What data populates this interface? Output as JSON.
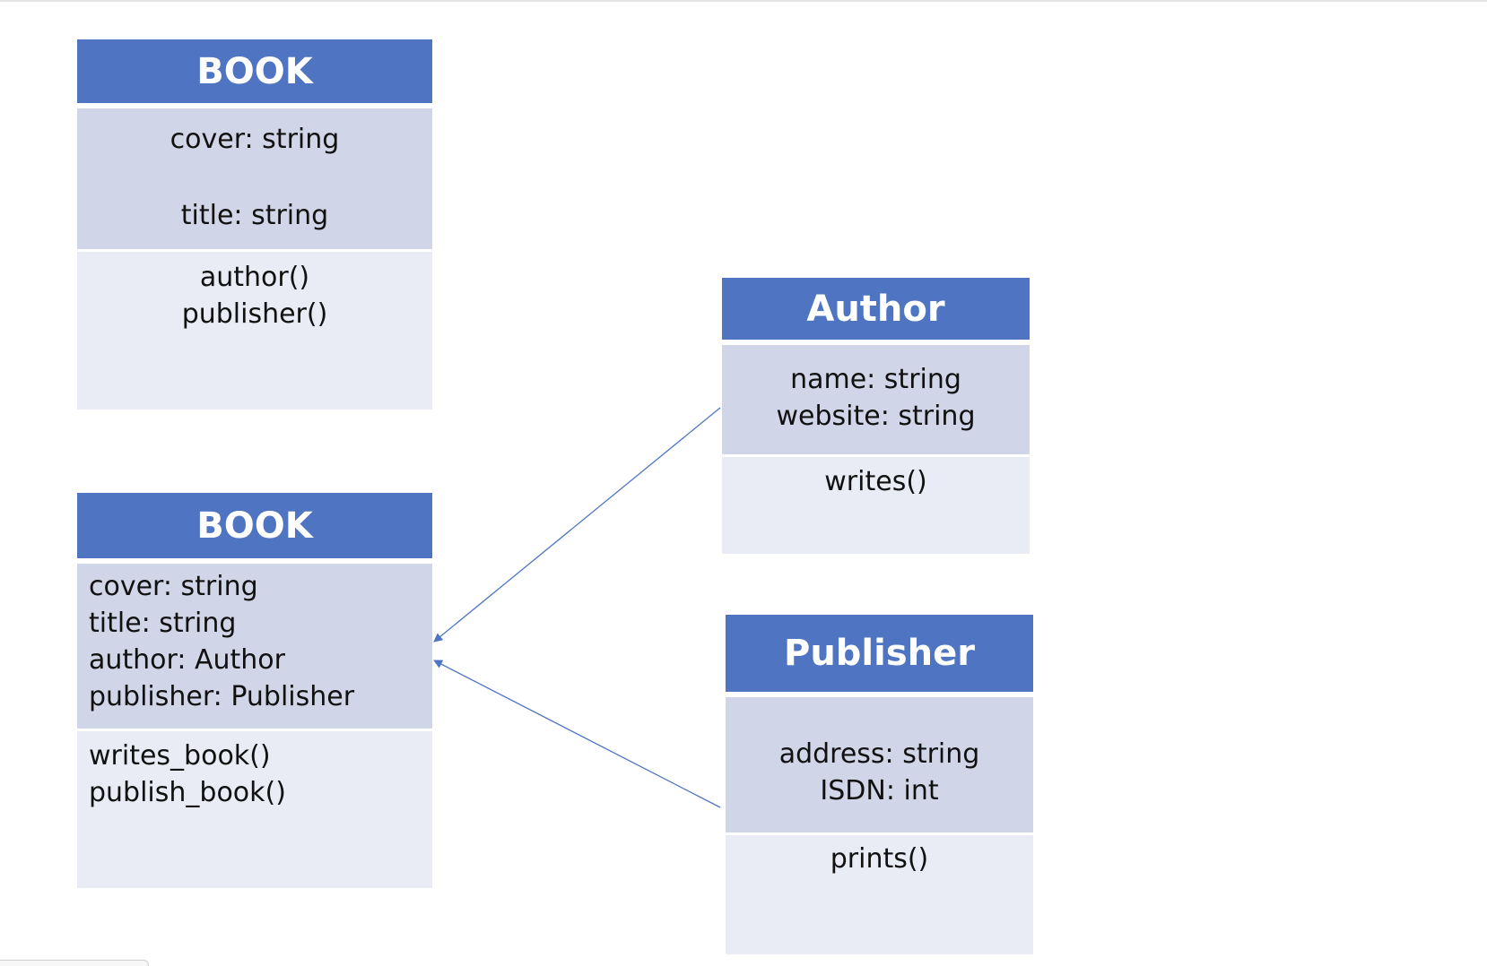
{
  "diagram": {
    "classes": [
      {
        "id": "book1",
        "name": "BOOK",
        "attributes": [
          "cover: string",
          "title: string"
        ],
        "methods": [
          "author()",
          "publisher()"
        ]
      },
      {
        "id": "book2",
        "name": "BOOK",
        "attributes": [
          "cover: string",
          "title: string",
          "author: Author",
          "publisher: Publisher"
        ],
        "methods": [
          "writes_book()",
          "publish_book()"
        ]
      },
      {
        "id": "author",
        "name": "Author",
        "attributes": [
          "name: string",
          "website: string"
        ],
        "methods": [
          "writes()"
        ]
      },
      {
        "id": "publisher",
        "name": "Publisher",
        "attributes": [
          "address: string",
          "ISDN: int"
        ],
        "methods": [
          "prints()"
        ]
      }
    ],
    "associations": [
      {
        "from": "Author",
        "to": "BOOK"
      },
      {
        "from": "Publisher",
        "to": "BOOK"
      }
    ]
  },
  "colors": {
    "header": "#4f74c1",
    "attributes_bg": "#d0d5e8",
    "methods_bg": "#e9ebf5",
    "connector": "#4f74c1"
  }
}
